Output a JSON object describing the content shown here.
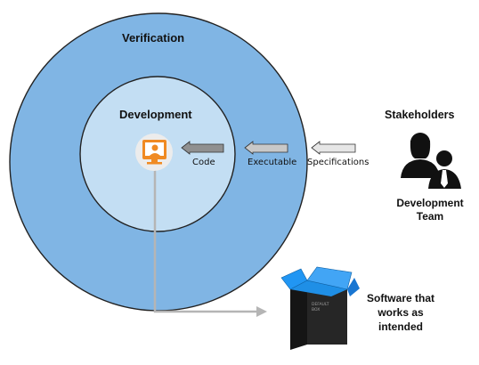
{
  "diagram": {
    "outer_circle_label": "Verification",
    "inner_circle_label": "Development",
    "flow_labels": {
      "code": "Code",
      "executable": "Executable",
      "specifications": "Specifications"
    },
    "stakeholders_label": "Stakeholders",
    "team_label_line1": "Development",
    "team_label_line2": "Team",
    "product_label_line1": "Software that",
    "product_label_line2": "works as",
    "product_label_line3": "intended",
    "box_print_line1": "DEFAULT",
    "box_print_line2": "BOX"
  },
  "colors": {
    "outer_circle": "#80b5e4",
    "inner_circle": "#c3def3",
    "arrow_fill": "#c8c8c8",
    "arrow_dark_fill": "#909090",
    "connector_line": "#b5b5b5",
    "people_icon": "#111111",
    "box_accent": "#2196f3",
    "monitor_orange": "#f08a22"
  },
  "icons": {
    "developer": "developer-at-computer-icon",
    "people": "stakeholder-people-icon",
    "product": "software-box-icon"
  }
}
